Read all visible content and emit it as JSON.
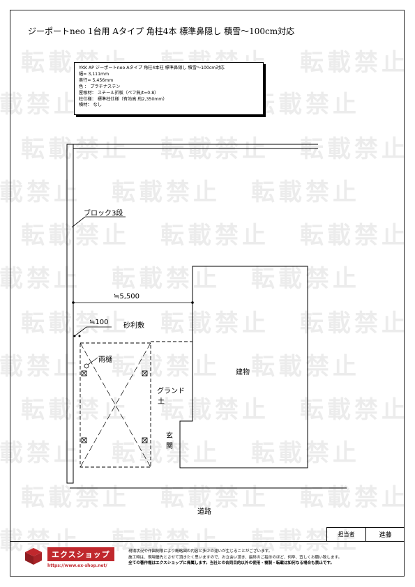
{
  "title": "ジーポートneo 1台用 Aタイプ 角柱4本 標準鼻隠し 積雪～100cm対応",
  "spec": {
    "lines": [
      "YKK AP ジーポートneo Aタイプ 角柱4本柱 標準鼻隠し 積雪～100cm対応",
      "幅= 3,111mm",
      "奥行= 5,456mm",
      "色 ： プラチナステン",
      "屋根材： スチール折板（ペフ無/t=0.8）",
      "柱仕様： 標準柱仕様（有効高 約2,350mm）",
      "横材： なし"
    ]
  },
  "watermark": "転載禁止",
  "plan": {
    "block_label": "ブロック3段",
    "dim_width": "≒5,500",
    "dim_offset": "≒100",
    "gravel": "砂利敷",
    "downspout": "雨樋",
    "ground": [
      "グランド",
      "土"
    ],
    "building": "建物",
    "entrance": [
      "玄",
      "関"
    ],
    "road": "道路"
  },
  "footer": {
    "staff_label": "担当者",
    "staff_name": "進藤",
    "brand": "エクスショップ",
    "url": "https://www.ex-shop.net/",
    "notice": [
      "現場状況や作図制限により概略図の内容と多少の違いが生じることがございます。",
      "施工時は、現場優先とさせて頂きたく思いますので、お立会い頂き、最終のご指示のほど、何卒、宜しくお願い致します。",
      "全ての著作権はエクスショップに帰属します。当社との合同目的以外の使用・複製・転載は如何なる場合も禁止です。"
    ]
  }
}
